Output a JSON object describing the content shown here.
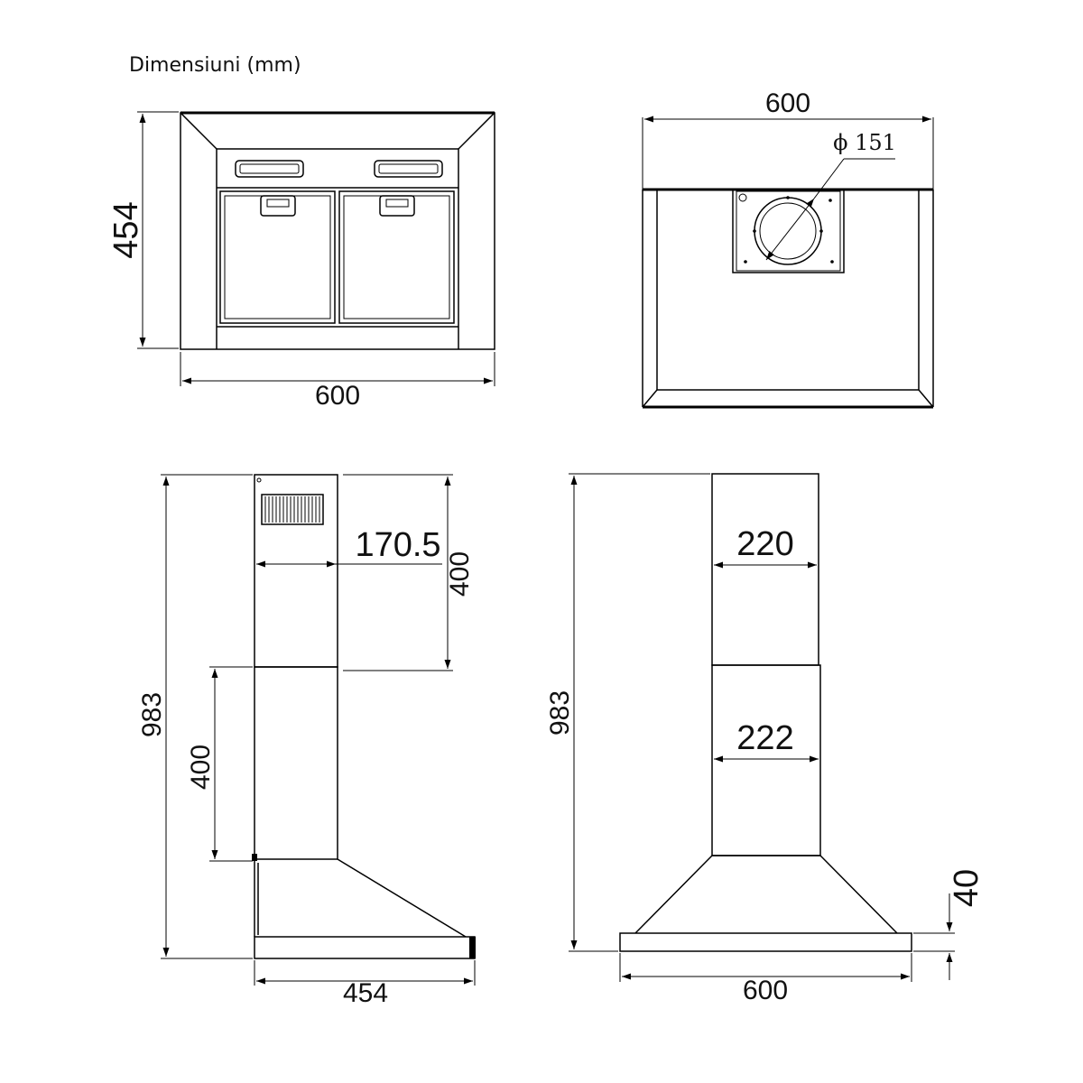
{
  "title": "Dimensiuni (mm)",
  "front_view": {
    "width_label": "600",
    "height_label": "454"
  },
  "top_view": {
    "width_label": "600",
    "outlet_label": "ϕ 151"
  },
  "side_view": {
    "total_height_label": "983",
    "upper_chimney_label": "400",
    "lower_chimney_label": "400",
    "chimney_depth_label": "170.5",
    "depth_label": "454"
  },
  "rear_view": {
    "total_height_label": "983",
    "upper_chimney_width_label": "220",
    "lower_chimney_width_label": "222",
    "base_height_label": "40",
    "width_label": "600"
  }
}
